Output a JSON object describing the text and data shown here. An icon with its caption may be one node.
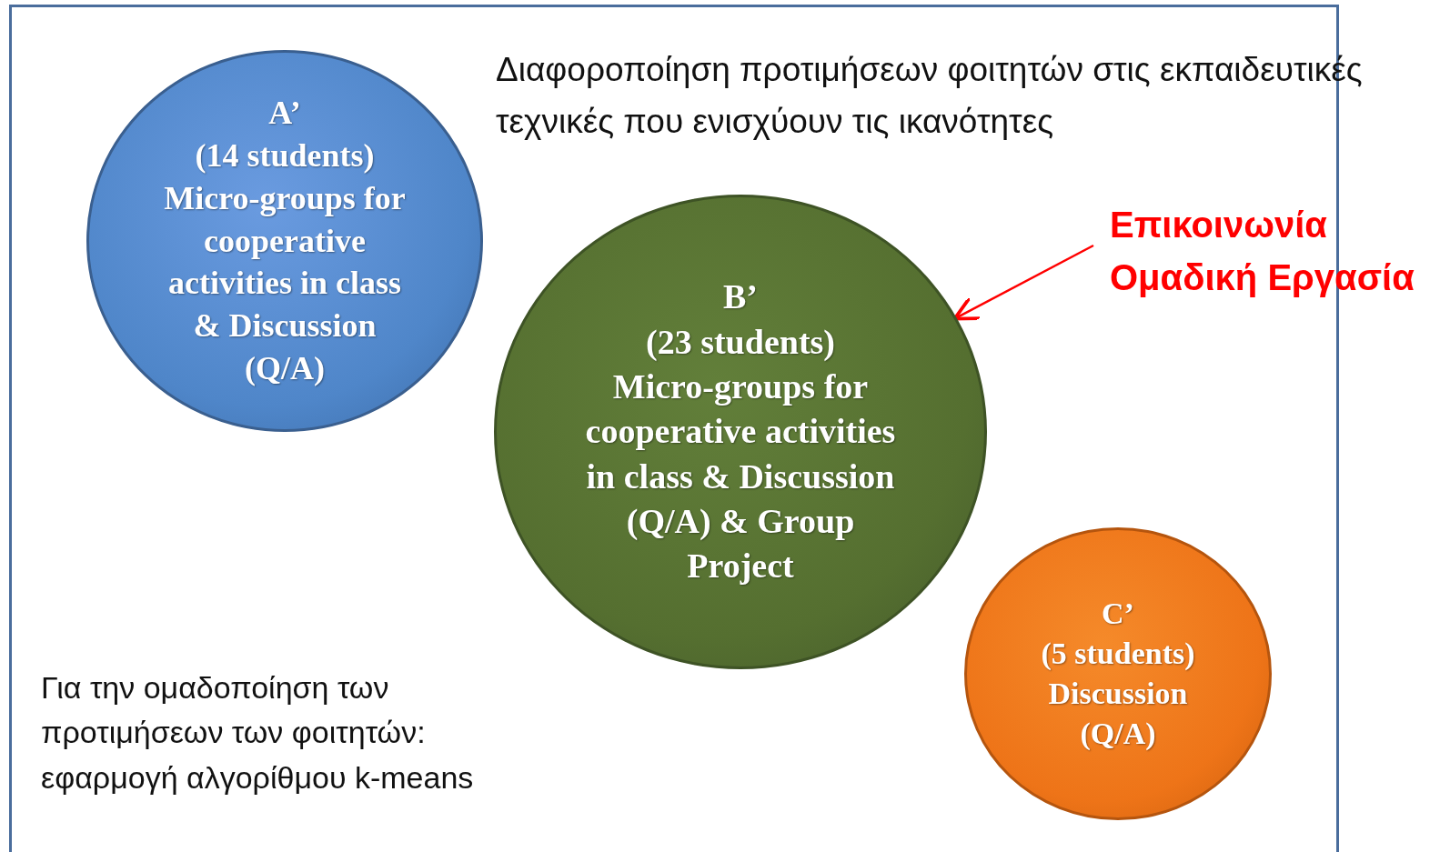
{
  "diagram": {
    "title": "Διαφοροποίηση προτιμήσεων φοιτητών στις εκπαιδευτικές τεχνικές που ενισχύουν τις ικανότητες",
    "nodes": [
      {
        "text": [
          "A’",
          "(14 students)",
          "Micro-groups for cooperative activities in class & Discussion (Q/A)"
        ]
      },
      {
        "text": [
          "B’",
          "(23 students)",
          "Micro-groups for cooperative activities in class & Discussion (Q/A) & Group Project"
        ]
      },
      {
        "text": [
          "C’",
          "(5 students)",
          "Discussion (Q/A)"
        ]
      },
      {
        "text": [
          "Επικοινωνία Ομαδική Εργασία"
        ]
      }
    ],
    "edges": [
      {
        "from": 3,
        "to": 1,
        "arrow": "to",
        "color": "#ff0000"
      }
    ],
    "labels": [
      "Για την ομαδοποίηση των προτιμήσεων των φοιτητών: εφαρμογή αλγορίθμου k-means"
    ]
  }
}
